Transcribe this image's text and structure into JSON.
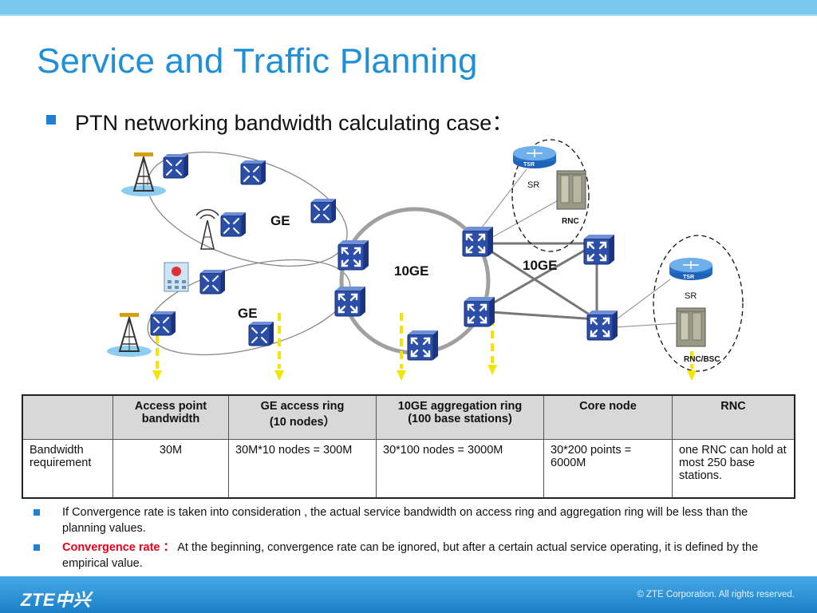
{
  "slide": {
    "title": "Service and Traffic Planning",
    "subtitle": "PTN networking bandwidth calculating case："
  },
  "diagram": {
    "labels": {
      "ge_upper": "GE",
      "ge_lower": "GE",
      "agg_ring": "10GE",
      "core_mesh": "10GE",
      "sr_top": "SR",
      "rnc_top": "RNC",
      "sr_right": "SR",
      "rnc_bsc": "RNC/BSC",
      "tsr_top": "TSR",
      "tsr_right": "TSR"
    },
    "icons": [
      "ptn-router-icon",
      "cell-tower-icon",
      "antenna-icon",
      "office-building-icon",
      "tsr-router-icon",
      "rnc-rack-icon"
    ]
  },
  "table": {
    "headers": [
      "",
      "Access point bandwidth",
      "GE access ring",
      "(10 nodes）",
      "10GE aggregation ring",
      "(100 base stations)",
      "Core node",
      "RNC"
    ],
    "row": {
      "label": "Bandwidth requirement",
      "access": "30M",
      "ge_ring": "30M*10 nodes = 300M",
      "agg_ring": "30*100 nodes = 3000M",
      "core": "30*200 points = 6000M",
      "rnc": "one RNC can hold at most 250 base stations."
    }
  },
  "notes": {
    "note1": "If Convergence rate is taken into consideration , the actual service bandwidth on access ring and aggregation ring will be less than the planning values.",
    "note2_label": "Convergence rate ：",
    "note2_text": "At the beginning, convergence rate can be ignored, but after a certain actual service operating, it is defined by the empirical value."
  },
  "footer": {
    "logo": "ZTE中兴",
    "copyright": "© ZTE Corporation. All rights reserved."
  },
  "colors": {
    "title_blue": "#1f8fd6",
    "router_blue": "#2a4aa8",
    "highlight_yellow": "#f2e600",
    "note_red": "#e8001c",
    "footer_blue": "#2a8fd8"
  }
}
